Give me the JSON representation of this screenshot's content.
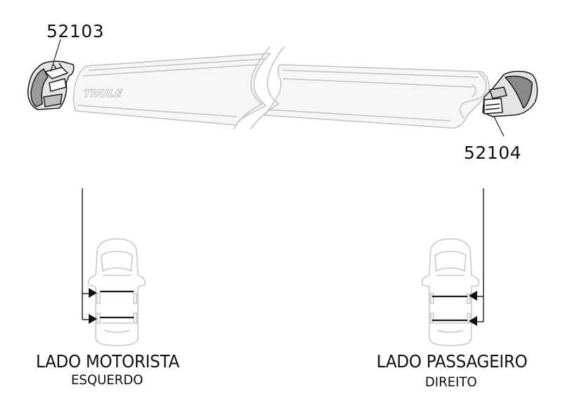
{
  "parts": {
    "left_part_number": "52103",
    "right_part_number": "52104"
  },
  "bar": {
    "brand_logo": "THULE"
  },
  "sides": {
    "left": {
      "title": "LADO MOTORISTA",
      "subtitle": "ESQUERDO"
    },
    "right": {
      "title": "LADO PASSAGEIRO",
      "subtitle": "DIREITO"
    }
  },
  "colors": {
    "line": "#1a1a1a",
    "outline": "#c8c8c8",
    "bar_fill": "#f4f4f4"
  }
}
